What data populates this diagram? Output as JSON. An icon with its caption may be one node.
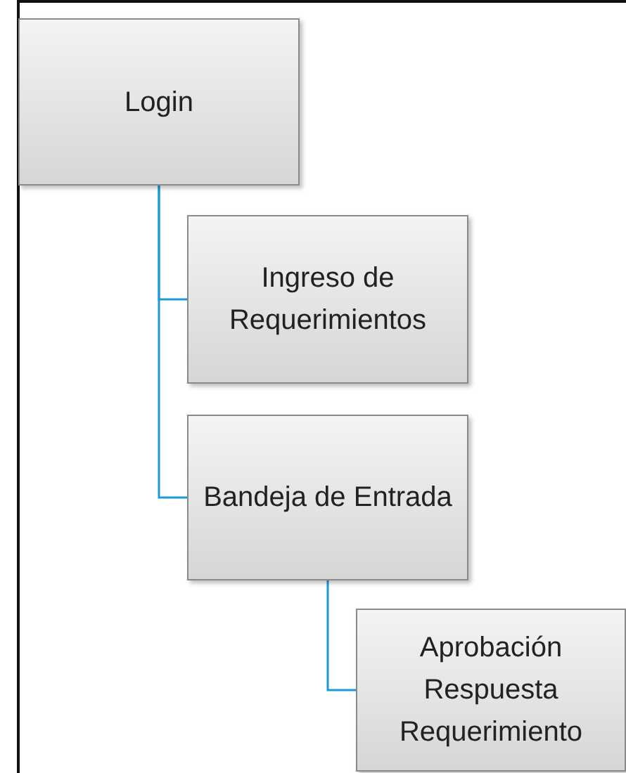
{
  "diagram": {
    "nodes": [
      {
        "text": [
          "Login"
        ]
      },
      {
        "text": [
          "Ingreso de Requerimientos"
        ]
      },
      {
        "text": [
          "Bandeja de Entrada"
        ]
      },
      {
        "text": [
          "Aprobación Respuesta Requerimiento"
        ]
      }
    ],
    "edges": [
      {
        "from": 0,
        "to": 1,
        "arrow": "none"
      },
      {
        "from": 0,
        "to": 2,
        "arrow": "none"
      },
      {
        "from": 2,
        "to": 3,
        "arrow": "none"
      }
    ]
  }
}
